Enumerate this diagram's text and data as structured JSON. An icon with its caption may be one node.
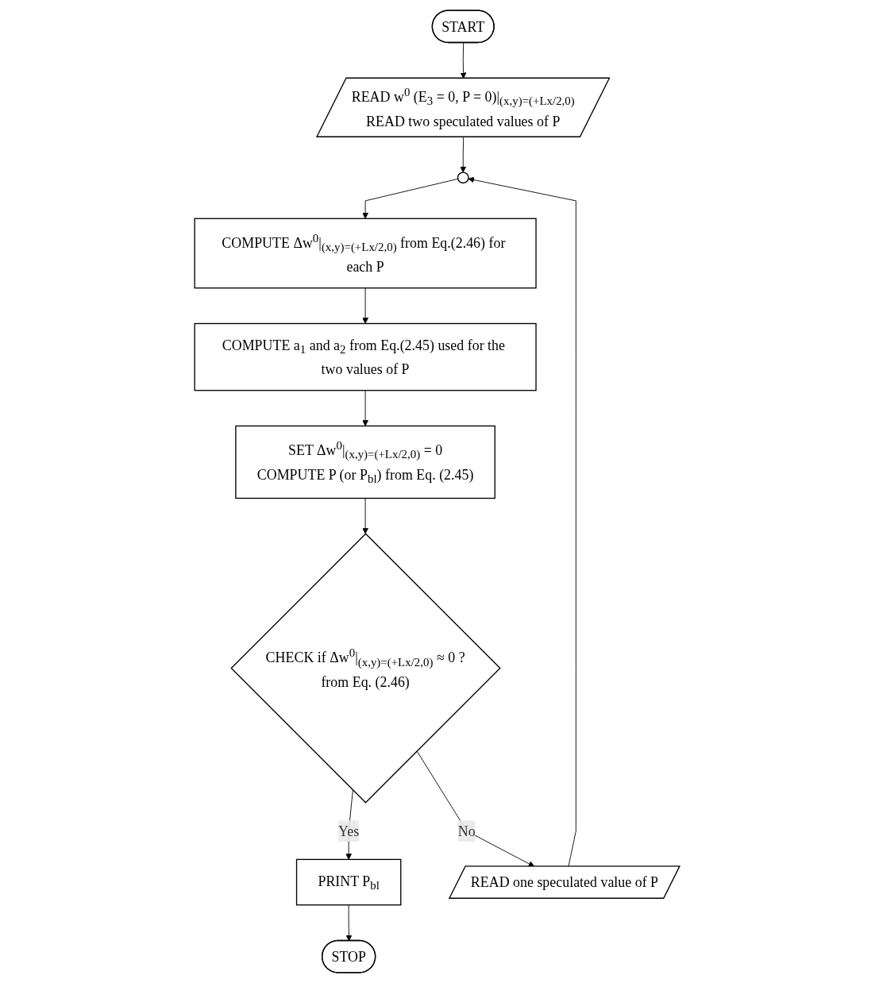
{
  "diagram": {
    "nodes": [
      {
        "text": [
          "START"
        ]
      },
      {
        "text": [
          "READ w$^{0}$ (E$_{3}$ = 0, P = 0)|$_{(x,y)=(+Lx/2,0)}$",
          "READ two speculated values of P"
        ]
      },
      {
        "text": [],
        "shape": "circle"
      },
      {
        "text": [
          "COMPUTE Δw$^{0}$|$_{(x,y)=(+Lx/2,0)}$ from Eq.(2.46) for each P"
        ]
      },
      {
        "text": [
          "COMPUTE a$_{1}$ and a$_{2}$ from Eq.(2.45) used for the two values of P"
        ]
      },
      {
        "text": [
          "SET Δw$^{0}$|$_{(x,y)=(+Lx/2,0)}$ = 0",
          "COMPUTE P (or P$_{bl}$) from Eq. (2.45)"
        ]
      },
      {
        "text": [
          "CHECK if Δw$^{0}$|$_{(x,y)=(+Lx/2,0)}$ ≈ 0 ?",
          "from Eq. (2.46)"
        ]
      },
      {
        "text": [
          "PRINT P$_{bl}$"
        ]
      },
      {
        "text": [
          "STOP"
        ]
      },
      {
        "text": [
          "READ one speculated value of P"
        ]
      }
    ],
    "edges": [
      {
        "from": 0,
        "to": 1,
        "arrow": "to"
      },
      {
        "from": 1,
        "to": 2,
        "arrow": "to"
      },
      {
        "from": 2,
        "to": 3,
        "arrow": "to"
      },
      {
        "from": 3,
        "to": 4,
        "arrow": "to"
      },
      {
        "from": 4,
        "to": 5,
        "arrow": "to"
      },
      {
        "from": 5,
        "to": 6,
        "arrow": "to"
      },
      {
        "from": 6,
        "to": 7,
        "label": "Yes",
        "arrow": "to"
      },
      {
        "from": 7,
        "to": 8,
        "arrow": "to"
      },
      {
        "from": 6,
        "to": 9,
        "label": "No",
        "arrow": "to"
      },
      {
        "from": 9,
        "to": 2,
        "arrow": "to"
      }
    ]
  }
}
